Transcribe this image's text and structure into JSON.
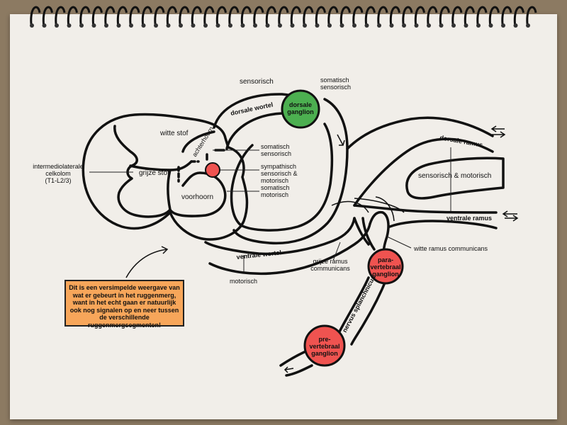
{
  "labels": {
    "sensorisch_top": "sensorisch",
    "dorsale_wortel": "dorsale wortel",
    "somatisch_sensorisch_top": [
      "somatisch",
      "sensorisch"
    ],
    "dorsale_ganglion": [
      "dorsale",
      "ganglion"
    ],
    "witte_stof": "witte stof",
    "achterhoorn": "achterhoorn",
    "somatisch_sensorisch_mid": [
      "somatisch",
      "sensorisch"
    ],
    "intermediolateral": [
      "intermediolaterale",
      "celkolom",
      "(T1-L2/3)"
    ],
    "grijze_stof": "grijze stof",
    "sympathisch": [
      "sympathisch",
      "sensorisch &",
      "motorisch"
    ],
    "somatisch_motorisch": [
      "somatisch",
      "motorisch"
    ],
    "voorhoorn": "voorhoorn",
    "dorsale_ramus": "dorsale ramus",
    "sensorisch_motorisch": "sensorisch & motorisch",
    "ventrale_ramus": "ventrale ramus",
    "witte_ramus": "witte ramus communicans",
    "grijze_ramus": [
      "grijze ramus",
      "communicans"
    ],
    "ventrale_wortel": "ventrale wortel",
    "motorisch": "motorisch",
    "paravertebraal": [
      "para-",
      "vertebraal",
      "ganglion"
    ],
    "nervus_splanchnicus": "nervus splanchnicus",
    "prevertebraal": [
      "pre-",
      "vertebraal",
      "ganglion"
    ]
  },
  "note": "Dit is een versimpelde weergave van wat er gebeurt in het ruggenmerg, want in het echt gaan er natuurlijk ook nog signalen op en neer tussen de verschillende ruggenmergsegmenten!",
  "colors": {
    "green_ganglion": "#4caf50",
    "red_ganglion": "#ef5350",
    "note_bg": "#f7a65a",
    "paper": "#f1eee9",
    "background": "#8c7a62"
  }
}
